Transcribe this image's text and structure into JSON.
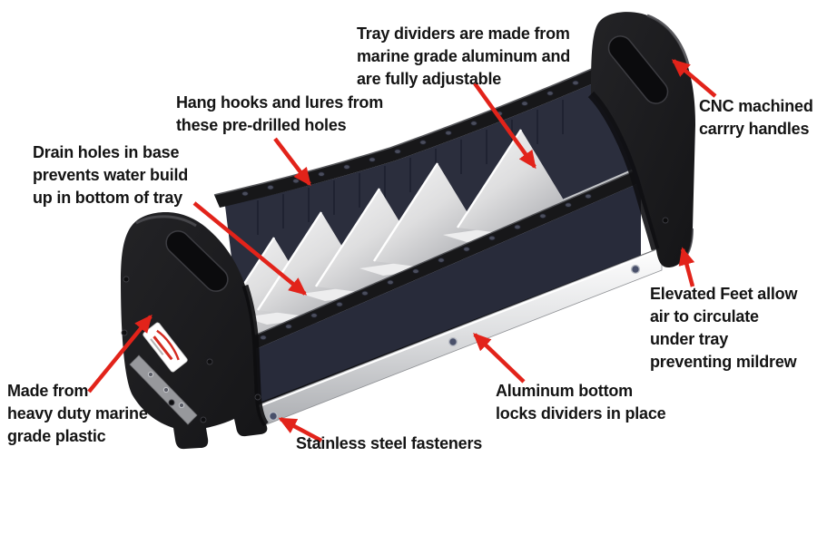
{
  "figure": {
    "type": "annotated-product-diagram",
    "subject": "marine lure / tackle tray, isometric view",
    "divider_count_visible": 5,
    "fastener_count_visible": 3
  },
  "colors": {
    "arrow_red": "#e2231a",
    "plastic_black": "#1c1c1f",
    "wall_navy": "#2a2d3c",
    "aluminum_light": "#e6e7e9",
    "text": "#141414",
    "background": "#ffffff"
  },
  "annotations": [
    {
      "id": "tray-dividers",
      "text": "Tray dividers are made from\nmarine grade aluminum and\nare fully adjustable"
    },
    {
      "id": "hang-hooks",
      "text": "Hang hooks and lures from\nthese pre-drilled holes"
    },
    {
      "id": "drain-holes",
      "text": "Drain holes in base\nprevents water build\nup in bottom of tray"
    },
    {
      "id": "cnc-handles",
      "text": "CNC machined\ncarrry handles"
    },
    {
      "id": "elevated-feet",
      "text": "Elevated Feet allow\nair to circulate\nunder tray\npreventing mildrew"
    },
    {
      "id": "made-from",
      "text": "Made from\nheavy duty marine\ngrade plastic"
    },
    {
      "id": "stainless",
      "text": "Stainless steel fasteners"
    },
    {
      "id": "aluminum-bottom",
      "text": "Aluminum bottom\nlocks dividers in place"
    }
  ]
}
